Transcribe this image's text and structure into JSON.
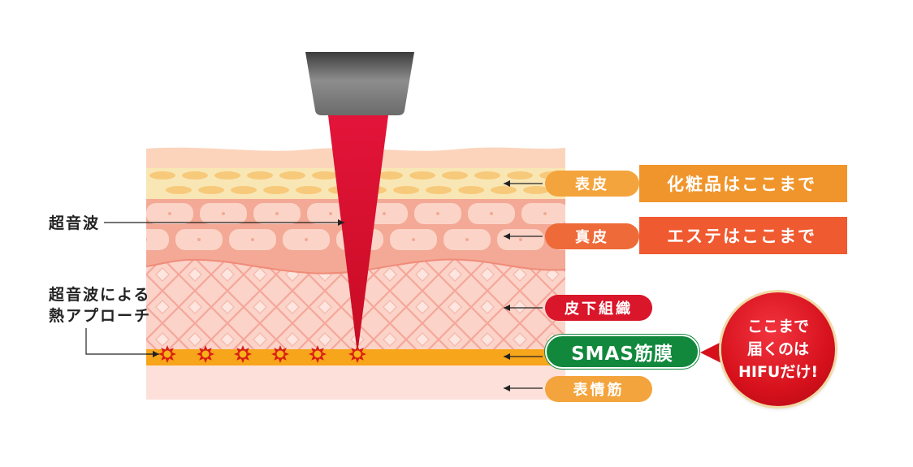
{
  "labels": {
    "ultrasound": "超音波",
    "thermal_line1": "超音波による",
    "thermal_line2": "熱アプローチ"
  },
  "layers": [
    {
      "name": "表皮",
      "color": "#f4a43c",
      "note": "化粧品はここまで",
      "note_color": "#f0952c"
    },
    {
      "name": "真皮",
      "color": "#ee6a39",
      "note": "エステはここまで",
      "note_color": "#ef5a30"
    },
    {
      "name": "皮下組織",
      "color": "#d9162a"
    },
    {
      "name": "SMAS筋膜",
      "color": "#11883c"
    },
    {
      "name": "表情筋",
      "color": "#f4a43c"
    }
  ],
  "callout": {
    "line1": "ここまで",
    "line2": "届くのは",
    "line3": "HIFUだけ!"
  },
  "colors": {
    "epidermis": "#f9e6b5",
    "dermis": "#f3aa96",
    "subcutaneous": "#fbd2c6",
    "smas": "#f7a51a",
    "muscle": "#fde0d9",
    "beam": "#e5183b",
    "probe": "#6b6b6b",
    "burst": "#d91e14"
  }
}
